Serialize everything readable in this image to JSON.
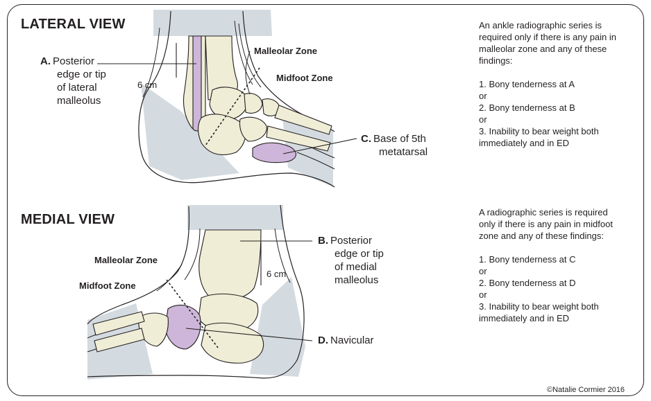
{
  "lateral": {
    "title": "LATERAL VIEW",
    "malleolar_zone": "Malleolar Zone",
    "midfoot_zone": "Midfoot Zone",
    "distance": "6 cm",
    "label_a": {
      "letter": "A.",
      "lines": [
        "Posterior",
        "edge or tip",
        "of lateral",
        "malleolus"
      ]
    },
    "label_c": {
      "letter": "C.",
      "lines": [
        "Base of 5th",
        "metatarsal"
      ]
    }
  },
  "medial": {
    "title": "MEDIAL VIEW",
    "malleolar_zone": "Malleolar Zone",
    "midfoot_zone": "Midfoot Zone",
    "distance": "6 cm",
    "label_b": {
      "letter": "B.",
      "lines": [
        "Posterior",
        "edge or tip",
        "of medial",
        "malleolus"
      ]
    },
    "label_d": {
      "letter": "D.",
      "lines": [
        "Navicular"
      ]
    }
  },
  "ankle_rule": {
    "intro": [
      "An ankle radiographic series is",
      "required only if there is any pain in",
      "malleolar zone and any of these",
      "findings:"
    ],
    "items": [
      "1. Bony tenderness at A",
      "or",
      "2. Bony tenderness at B",
      "or",
      "3. Inability to bear weight both",
      "immediately and in ED"
    ]
  },
  "foot_rule": {
    "intro": [
      "A radiographic series is required",
      "only if there is any pain in midfoot",
      "zone and any of these findings:"
    ],
    "items": [
      "1. Bony tenderness at C",
      "or",
      "2. Bony tenderness at D",
      "or",
      "3. Inability to bear weight both",
      "immediately and in ED"
    ]
  },
  "credit": "©Natalie Cormier 2016",
  "colors": {
    "bone": "#efedd6",
    "soft_tissue": "#d4dbe0",
    "highlight": "#cdb6d9",
    "ink": "#231f20"
  }
}
